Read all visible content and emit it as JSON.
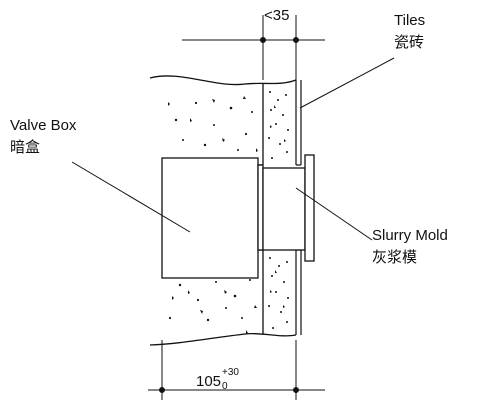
{
  "dimensions": {
    "top": "<35",
    "bottom_base": "105",
    "bottom_upper": "+30",
    "bottom_lower": "0"
  },
  "labels": {
    "tiles_en": "Tiles",
    "tiles_zh": "瓷砖",
    "valve_box_en": "Valve Box",
    "valve_box_zh": "暗盒",
    "slurry_mold_en": "Slurry Mold",
    "slurry_mold_zh": "灰浆模"
  },
  "colors": {
    "line": "#111111",
    "background": "#ffffff"
  }
}
